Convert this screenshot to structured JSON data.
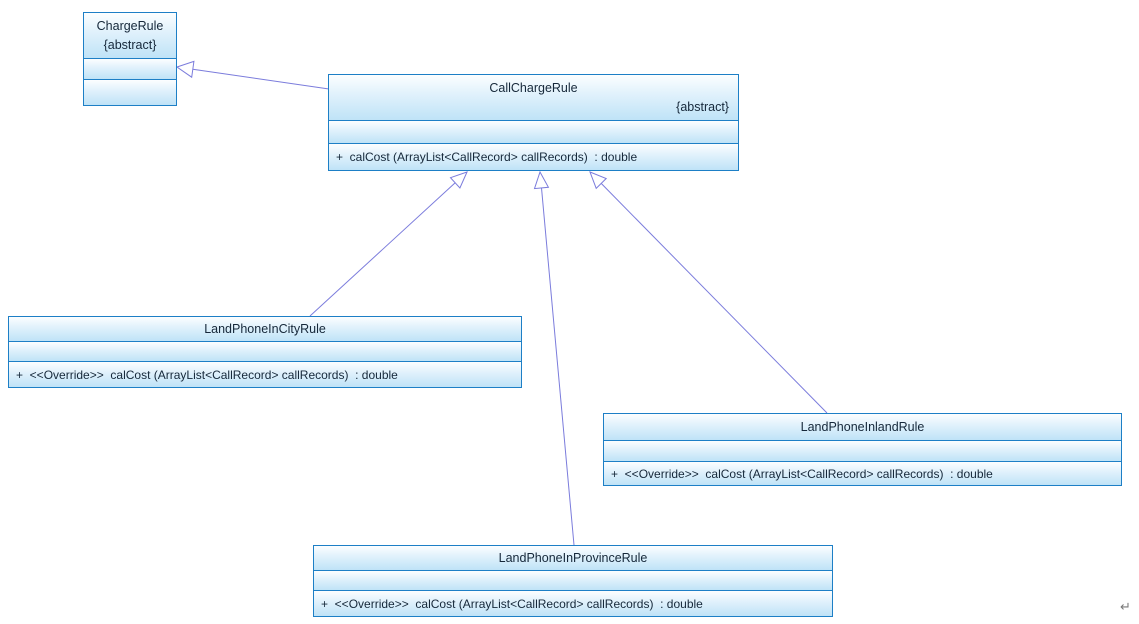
{
  "classes": [
    {
      "name": "ChargeRule",
      "stereotype": "{abstract}",
      "method": ""
    },
    {
      "name": "CallChargeRule",
      "stereotype": "{abstract}",
      "method": "+  calCost (ArrayList<CallRecord> callRecords)  : double"
    },
    {
      "name": "LandPhoneInCityRule",
      "method": "+  <<Override>>  calCost (ArrayList<CallRecord> callRecords)  : double"
    },
    {
      "name": "LandPhoneInlandRule",
      "method": "+  <<Override>>  calCost (ArrayList<CallRecord> callRecords)  : double"
    },
    {
      "name": "LandPhoneInProvinceRule",
      "method": "+  <<Override>>  calCost (ArrayList<CallRecord> callRecords)  : double"
    }
  ],
  "relations": [
    {
      "type": "generalization",
      "from": "CallChargeRule",
      "to": "ChargeRule"
    },
    {
      "type": "generalization",
      "from": "LandPhoneInCityRule",
      "to": "CallChargeRule"
    },
    {
      "type": "generalization",
      "from": "LandPhoneInProvinceRule",
      "to": "CallChargeRule"
    },
    {
      "type": "generalization",
      "from": "LandPhoneInlandRule",
      "to": "CallChargeRule"
    }
  ],
  "colors": {
    "box_border": "#1d7fc6",
    "box_fill_top": "#fcfeff",
    "box_fill_bottom": "#bfe3f7",
    "arrow": "#7b7cdc",
    "text": "#16283a"
  },
  "footer_mark": "↵"
}
